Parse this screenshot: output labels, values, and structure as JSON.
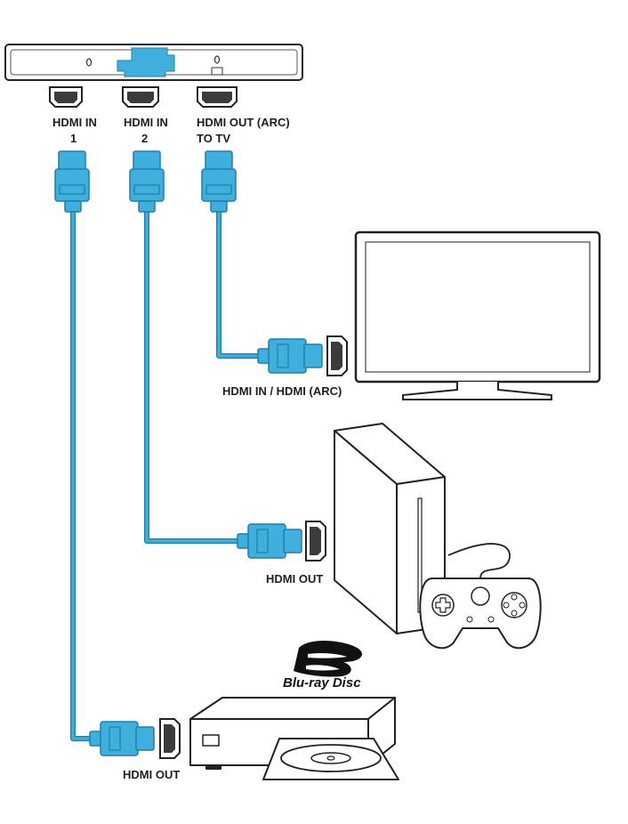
{
  "ports": {
    "hdmi_in_1": {
      "line1": "HDMI IN",
      "line2": "1"
    },
    "hdmi_in_2": {
      "line1": "HDMI IN",
      "line2": "2"
    },
    "hdmi_out_arc": {
      "line1": "HDMI OUT (ARC)",
      "line2": "TO TV"
    }
  },
  "devices": {
    "tv": {
      "port_label": "HDMI IN / HDMI (ARC)"
    },
    "console": {
      "port_label": "HDMI OUT"
    },
    "bluray": {
      "port_label": "HDMI OUT",
      "logo_text": "Blu-ray Disc"
    }
  },
  "colors": {
    "cable": "#3fb0dd",
    "cable_dark": "#1e7fa8",
    "outline": "#222222",
    "port_fill": "#3b3b3b"
  },
  "icons": {
    "soundbar": "soundbar-icon",
    "tv": "tv-icon",
    "console": "game-console-icon",
    "controller": "gamepad-icon",
    "player": "bluray-player-icon",
    "logo": "bluray-logo-icon"
  }
}
